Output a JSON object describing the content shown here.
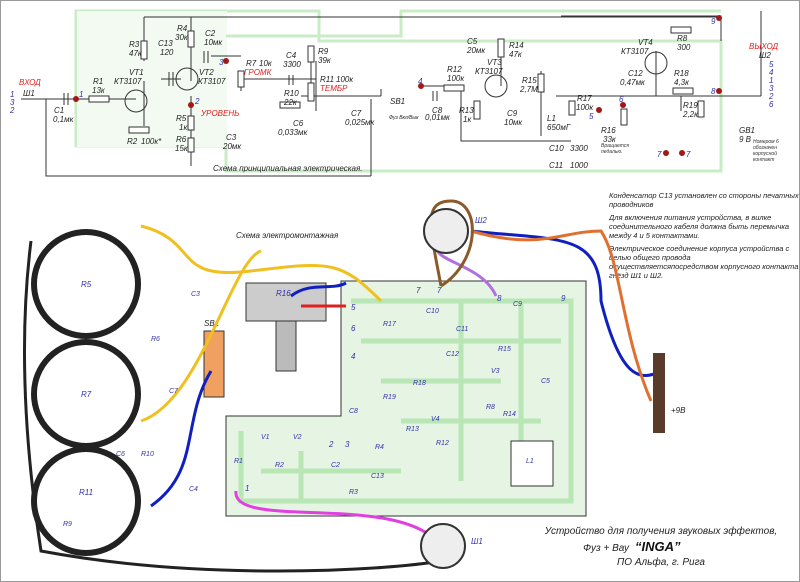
{
  "schematic": {
    "caption": "Схема принципиальная электрическая.",
    "input_label": "ВХОД",
    "input_jack": "Ш1",
    "input_pins": [
      "1",
      "3",
      "2"
    ],
    "output_label": "ВЫХОД",
    "output_jack": "Ш2",
    "output_pins": [
      "5",
      "4",
      "1",
      "3",
      "2",
      "6"
    ],
    "output_pin_note": "Номером 6 обозначен корпусной контакт",
    "components": {
      "C1": [
        "C1",
        "0,1мк"
      ],
      "R1": [
        "R1",
        "13к"
      ],
      "R2": [
        "R2",
        "100к*"
      ],
      "R3": [
        "R3",
        "47к"
      ],
      "VT1": [
        "VT1",
        "КТ3107"
      ],
      "C13": [
        "C13",
        "120"
      ],
      "R4": [
        "R4",
        "30к"
      ],
      "C2": [
        "C2",
        "10мк"
      ],
      "VT2": [
        "VT2",
        "КТ3107"
      ],
      "R5": [
        "R5",
        "1к"
      ],
      "R6": [
        "R6",
        "15к"
      ],
      "C3": [
        "C3",
        "20мк"
      ],
      "R7": [
        "R7",
        "10к"
      ],
      "C4": [
        "C4",
        "3300"
      ],
      "R9": [
        "R9",
        "39к"
      ],
      "R10": [
        "R10",
        "22к"
      ],
      "R11": [
        "R11",
        "100к"
      ],
      "C6": [
        "C6",
        "0,033мк"
      ],
      "C7": [
        "C7",
        "0,025мк"
      ],
      "SB1": [
        "SB1",
        "Фуз Вкл/Вык"
      ],
      "C8": [
        "C8",
        "0,01мк"
      ],
      "C5": [
        "C5",
        "20мк"
      ],
      "R12": [
        "R12",
        "100к"
      ],
      "R13": [
        "R13",
        "1к"
      ],
      "R14": [
        "R14",
        "47к"
      ],
      "VT3": [
        "VT3",
        "КТ3107"
      ],
      "R15": [
        "R15",
        "2,7М"
      ],
      "C9": [
        "C9",
        "10мк"
      ],
      "L1": [
        "L1",
        "650мГ"
      ],
      "C10": [
        "C10",
        "3300"
      ],
      "C11": [
        "C11",
        "1000"
      ],
      "R17": [
        "R17",
        "100к"
      ],
      "R16": [
        "R16",
        "33к"
      ],
      "R16_note": "Вращается педалью.",
      "C12": [
        "C12",
        "0,47мк"
      ],
      "VT4": [
        "VT4",
        "КТ3107"
      ],
      "R8": [
        "R8",
        "300"
      ],
      "R18": [
        "R18",
        "4,3к"
      ],
      "R19": [
        "R19",
        "2,2к"
      ],
      "GB1": [
        "GB1",
        "9 В"
      ]
    },
    "controls": {
      "volume": "ГРОМК",
      "tone": "ТЕМБР",
      "level": "УРОВЕНЬ"
    },
    "nodes": [
      "1",
      "2",
      "3",
      "4",
      "5",
      "6",
      "7",
      "7",
      "8",
      "9"
    ]
  },
  "notes": [
    "Конденсатор С13 установлен со стороны печатных проводников",
    "Для включения питания устройства, в вилке соединительного кабеля должна быть перемычка между 4 и 5 контактами.",
    "Электрическое соединение корпуса устройства с целью общего провода осуществляетсяпосредством корпусного контакта гнёзд Ш1 и Ш2."
  ],
  "wiring": {
    "caption": "Схема электромонтажная",
    "pots": [
      "R5",
      "R7",
      "R11",
      "R16"
    ],
    "parts": [
      "C3",
      "R6",
      "C7",
      "R10",
      "C6",
      "C4",
      "R9",
      "SB1",
      "R17",
      "C10",
      "C11",
      "C12",
      "R15",
      "V3",
      "C5",
      "C9",
      "R18",
      "R19",
      "V4",
      "R14",
      "R8",
      "L1",
      "C8",
      "R13",
      "R12",
      "V1",
      "V2",
      "R1",
      "R2",
      "R3",
      "R4",
      "C2",
      "C13"
    ],
    "pads": [
      "1",
      "2",
      "3",
      "4",
      "5",
      "6",
      "7",
      "7",
      "8",
      "9"
    ],
    "jacks": [
      "Ш1",
      "Ш2"
    ],
    "battery_plus": "+9В"
  },
  "title": {
    "line1": "Устройство для получения звуковых эффектов,",
    "line2_prefix": "Фуз + Вау",
    "line2_name": "“INGA”",
    "line3": "ПО Альфа, г. Рига"
  },
  "colors": {
    "board": "#e6f4e4",
    "board_trace": "#b8e6b5",
    "wire_yellow": "#f0c020",
    "wire_blue": "#1020c0",
    "wire_magenta": "#e040e0",
    "wire_orange": "#e07030",
    "wire_violet": "#b070e0",
    "wire_brown": "#8a5a2a",
    "wire_red": "#e02020",
    "switch": "#f0a060",
    "label_red": "#d22222",
    "label_blue": "#3333aa"
  }
}
